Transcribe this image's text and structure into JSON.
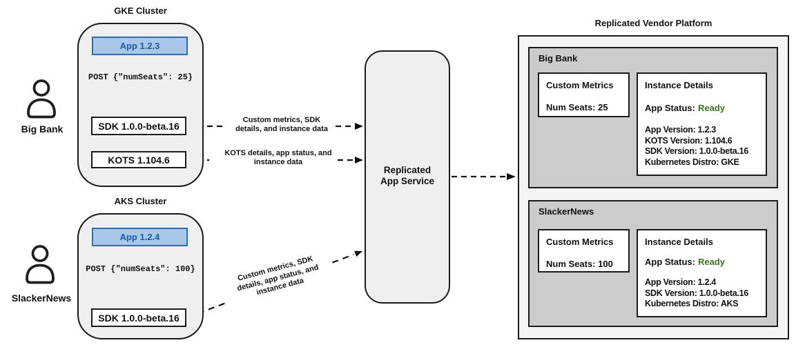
{
  "actors": [
    {
      "name": "Big Bank"
    },
    {
      "name": "SlackerNews"
    }
  ],
  "clusters": [
    {
      "title": "GKE Cluster",
      "app": "App 1.2.3",
      "post": "POST {\"numSeats\": 25}",
      "sdk": "SDK 1.0.0-beta.16",
      "kots": "KOTS 1.104.6"
    },
    {
      "title": "AKS Cluster",
      "app": "App 1.2.4",
      "post": "POST {\"numSeats\": 100}",
      "sdk": "SDK 1.0.0-beta.16"
    }
  ],
  "flows": [
    {
      "label": "Custom metrics, SDK details, and instance data",
      "lines": [
        "Custom metrics, SDK",
        "details, and instance data"
      ]
    },
    {
      "label": "KOTS details, app status, and instance data",
      "lines": [
        "KOTS details, app status, and",
        "instance data"
      ]
    },
    {
      "label": "Custom metrics, SDK details, app status, and instance data",
      "lines": [
        "Custom metrics, SDK",
        "details, app status, and",
        "instance data"
      ]
    }
  ],
  "service": {
    "label": "Replicated App Service",
    "lines": [
      "Replicated",
      "App Service"
    ]
  },
  "platform": {
    "title": "Replicated Vendor Platform",
    "tenants": [
      {
        "name": "Big Bank",
        "custom_metrics": {
          "title": "Custom Metrics",
          "value": "Num Seats: 25"
        },
        "instance_details": {
          "title": "Instance Details",
          "status_label": "App Status:",
          "status_value": "Ready",
          "lines": [
            "App Version: 1.2.3",
            "KOTS Version: 1.104.6",
            "SDK Version: 1.0.0-beta.16",
            "Kubernetes Distro: GKE"
          ]
        }
      },
      {
        "name": "SlackerNews",
        "custom_metrics": {
          "title": "Custom Metrics",
          "value": "Num Seats: 100"
        },
        "instance_details": {
          "title": "Instance Details",
          "status_label": "App Status:",
          "status_value": "Ready",
          "lines": [
            "App Version: 1.2.4",
            "SDK Version: 1.0.0-beta.16",
            "Kubernetes Distro: AKS"
          ]
        }
      }
    ]
  },
  "colors": {
    "app_fill": "#a9c7e9",
    "app_border": "#2d6cb4",
    "app_text": "#1a5ba8",
    "status_ready_green": "#38761d",
    "cluster_fill": "#efefef",
    "tenant_section_fill": "#cccccc",
    "platform_fill": "#f4f4f4",
    "line_color": "#111111"
  }
}
